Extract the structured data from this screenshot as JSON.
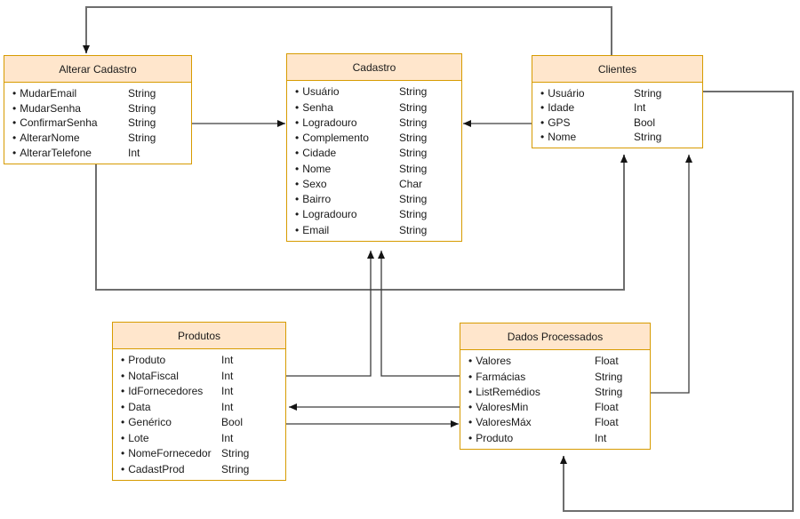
{
  "diagram": {
    "bullet": "•",
    "colors": {
      "entity_header_fill": "#ffe6cc",
      "entity_border": "#d79b00",
      "connector_gray": "#6e6e6e",
      "connector_dark": "#3c3c3c",
      "arrowhead": "#141414",
      "text": "#1a1a1a",
      "background": "#ffffff"
    },
    "entities": [
      {
        "id": "alterar-cadastro",
        "title": "Alterar Cadastro",
        "fields": [
          {
            "name": "MudarEmail",
            "type": "String"
          },
          {
            "name": "MudarSenha",
            "type": "String"
          },
          {
            "name": "ConfirmarSenha",
            "type": "String"
          },
          {
            "name": "AlterarNome",
            "type": "String"
          },
          {
            "name": "AlterarTelefone",
            "type": "Int"
          }
        ]
      },
      {
        "id": "cadastro",
        "title": "Cadastro",
        "fields": [
          {
            "name": "Usuário",
            "type": "String"
          },
          {
            "name": "Senha",
            "type": "String"
          },
          {
            "name": "Logradouro",
            "type": "String"
          },
          {
            "name": "Complemento",
            "type": "String"
          },
          {
            "name": "Cidade",
            "type": "String"
          },
          {
            "name": "Nome",
            "type": "String"
          },
          {
            "name": "Sexo",
            "type": "Char"
          },
          {
            "name": "Bairro",
            "type": "String"
          },
          {
            "name": "Logradouro",
            "type": "String"
          },
          {
            "name": "Email",
            "type": "String"
          }
        ]
      },
      {
        "id": "clientes",
        "title": "Clientes",
        "fields": [
          {
            "name": "Usuário",
            "type": "String"
          },
          {
            "name": "Idade",
            "type": "Int"
          },
          {
            "name": "GPS",
            "type": "Bool"
          },
          {
            "name": "Nome",
            "type": "String"
          }
        ]
      },
      {
        "id": "produtos",
        "title": "Produtos",
        "fields": [
          {
            "name": "Produto",
            "type": "Int"
          },
          {
            "name": "NotaFiscal",
            "type": "Int"
          },
          {
            "name": "IdFornecedores",
            "type": "Int"
          },
          {
            "name": "Data",
            "type": "Int"
          },
          {
            "name": "Genérico",
            "type": "Bool"
          },
          {
            "name": "Lote",
            "type": "Int"
          },
          {
            "name": "NomeFornecedor",
            "type": "String"
          },
          {
            "name": "CadastProd",
            "type": "String"
          }
        ]
      },
      {
        "id": "dados-processados",
        "title": "Dados Processados",
        "fields": [
          {
            "name": "Valores",
            "type": "Float"
          },
          {
            "name": "Farmácias",
            "type": "String"
          },
          {
            "name": "ListRemédios",
            "type": "String"
          },
          {
            "name": "ValoresMin",
            "type": "Float"
          },
          {
            "name": "ValoresMáx",
            "type": "Float"
          },
          {
            "name": "Produto",
            "type": "Int"
          }
        ]
      }
    ],
    "connectors": [
      {
        "from": "Clientes",
        "from_side": "top",
        "to": "Alterar Cadastro",
        "to_side": "top",
        "arrow": "target"
      },
      {
        "from": "Alterar Cadastro",
        "from_side": "right",
        "to": "Cadastro",
        "to_side": "left",
        "arrow": "target"
      },
      {
        "from": "Clientes",
        "from_side": "left",
        "to": "Cadastro",
        "to_side": "right",
        "arrow": "target"
      },
      {
        "from": "Alterar Cadastro",
        "from_side": "bottom",
        "to": "Clientes",
        "to_side": "bottom",
        "arrow": "target"
      },
      {
        "from": "Produtos",
        "from_side": "right",
        "to": "Cadastro",
        "to_side": "bottom",
        "arrow": "target"
      },
      {
        "from": "Dados Processados",
        "from_side": "left",
        "to": "Cadastro",
        "to_side": "bottom",
        "arrow": "target"
      },
      {
        "from": "Dados Processados",
        "from_side": "left",
        "to": "Produtos",
        "to_side": "right",
        "arrow": "target"
      },
      {
        "from": "Produtos",
        "from_side": "right",
        "to": "Dados Processados",
        "to_side": "left",
        "arrow": "target"
      },
      {
        "from": "Dados Processados",
        "from_side": "right",
        "to": "Clientes",
        "to_side": "bottom",
        "arrow": "target"
      },
      {
        "from": "Clientes",
        "from_side": "right",
        "to": "Dados Processados",
        "to_side": "bottom",
        "arrow": "target"
      }
    ]
  }
}
